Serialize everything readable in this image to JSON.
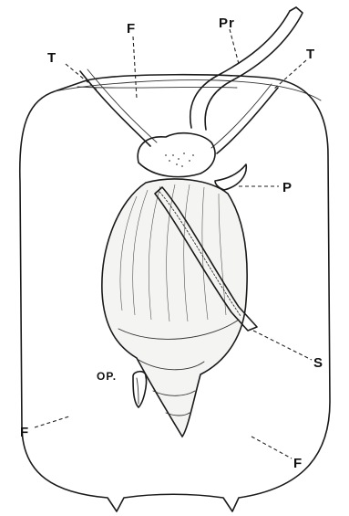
{
  "labels": {
    "foot_top": "F",
    "proboscis": "Pr",
    "tentacle_left": "T",
    "tentacle_right": "T",
    "penis": "P",
    "siphon": "S",
    "operculum": "OP.",
    "foot_left": "F",
    "foot_right": "F"
  },
  "colors": {
    "ink": "#1a1a1a",
    "background": "#ffffff",
    "shell_fill": "#f4f4f2"
  }
}
